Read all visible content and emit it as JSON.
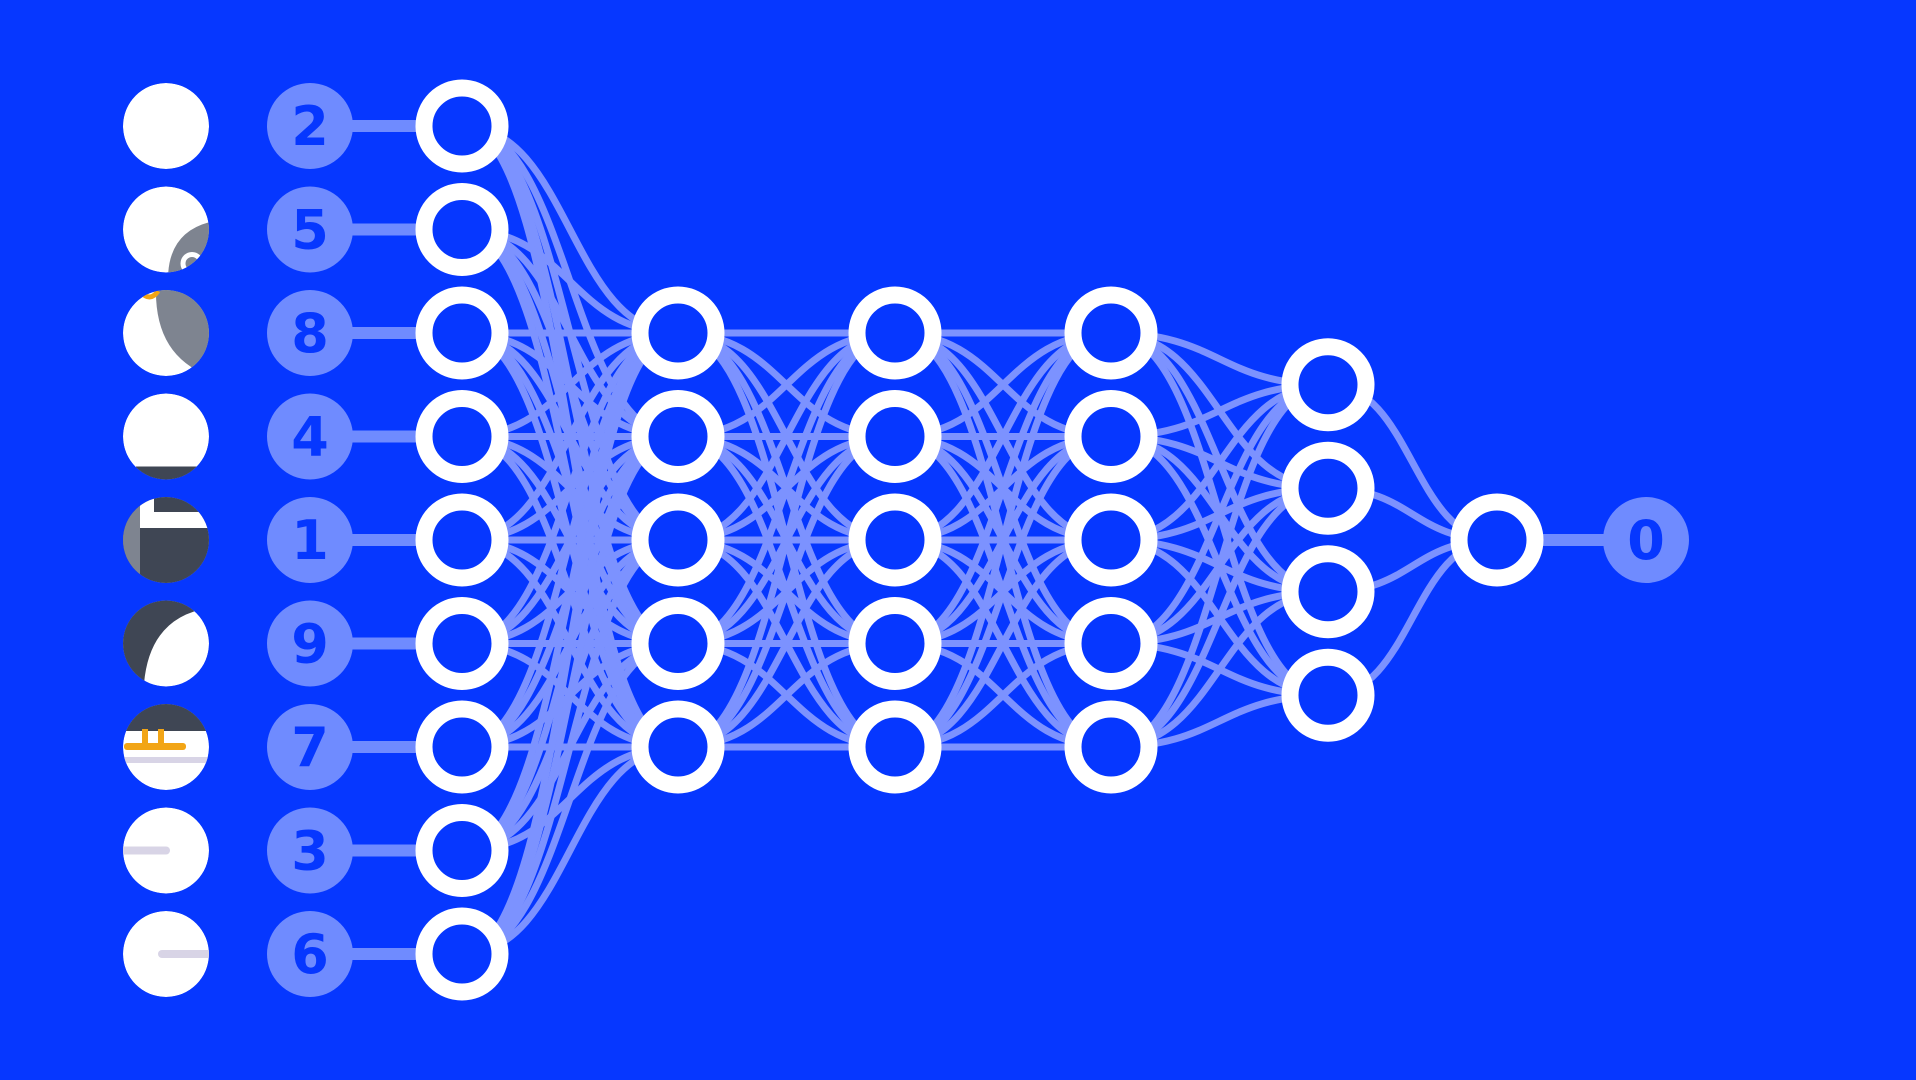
{
  "colors": {
    "background": "#0637FF",
    "edge": "#7C92FF",
    "node_fill": "#0637FF",
    "node_ring": "#FFFFFF",
    "label_disc": "#6F8BFF",
    "label_text": "#0637FF",
    "thumb_base": "#FFFFFF",
    "thumb_dark": "#3F4654",
    "thumb_mid": "#7E8490",
    "thumb_accent": "#F2A516",
    "thumb_light": "#D8D4E6"
  },
  "network": {
    "layer_sizes": [
      9,
      5,
      5,
      5,
      4,
      1
    ],
    "input_labels": [
      "2",
      "5",
      "8",
      "4",
      "1",
      "9",
      "7",
      "3",
      "6"
    ],
    "output_label": "0"
  },
  "thumbnails": [
    {
      "name": "thumb-1",
      "motif": "corner-dark-bottom-left"
    },
    {
      "name": "thumb-2",
      "motif": "curve-grey-bottom-right"
    },
    {
      "name": "thumb-3",
      "motif": "grey-shape-with-accent"
    },
    {
      "name": "thumb-4",
      "motif": "dark-strip-bottom"
    },
    {
      "name": "thumb-5",
      "motif": "mostly-dark"
    },
    {
      "name": "thumb-6",
      "motif": "dark-top-left"
    },
    {
      "name": "thumb-7",
      "motif": "dark-top-orange-legs"
    },
    {
      "name": "thumb-8",
      "motif": "light-bar-left"
    },
    {
      "name": "thumb-9",
      "motif": "light-bar-right"
    }
  ]
}
